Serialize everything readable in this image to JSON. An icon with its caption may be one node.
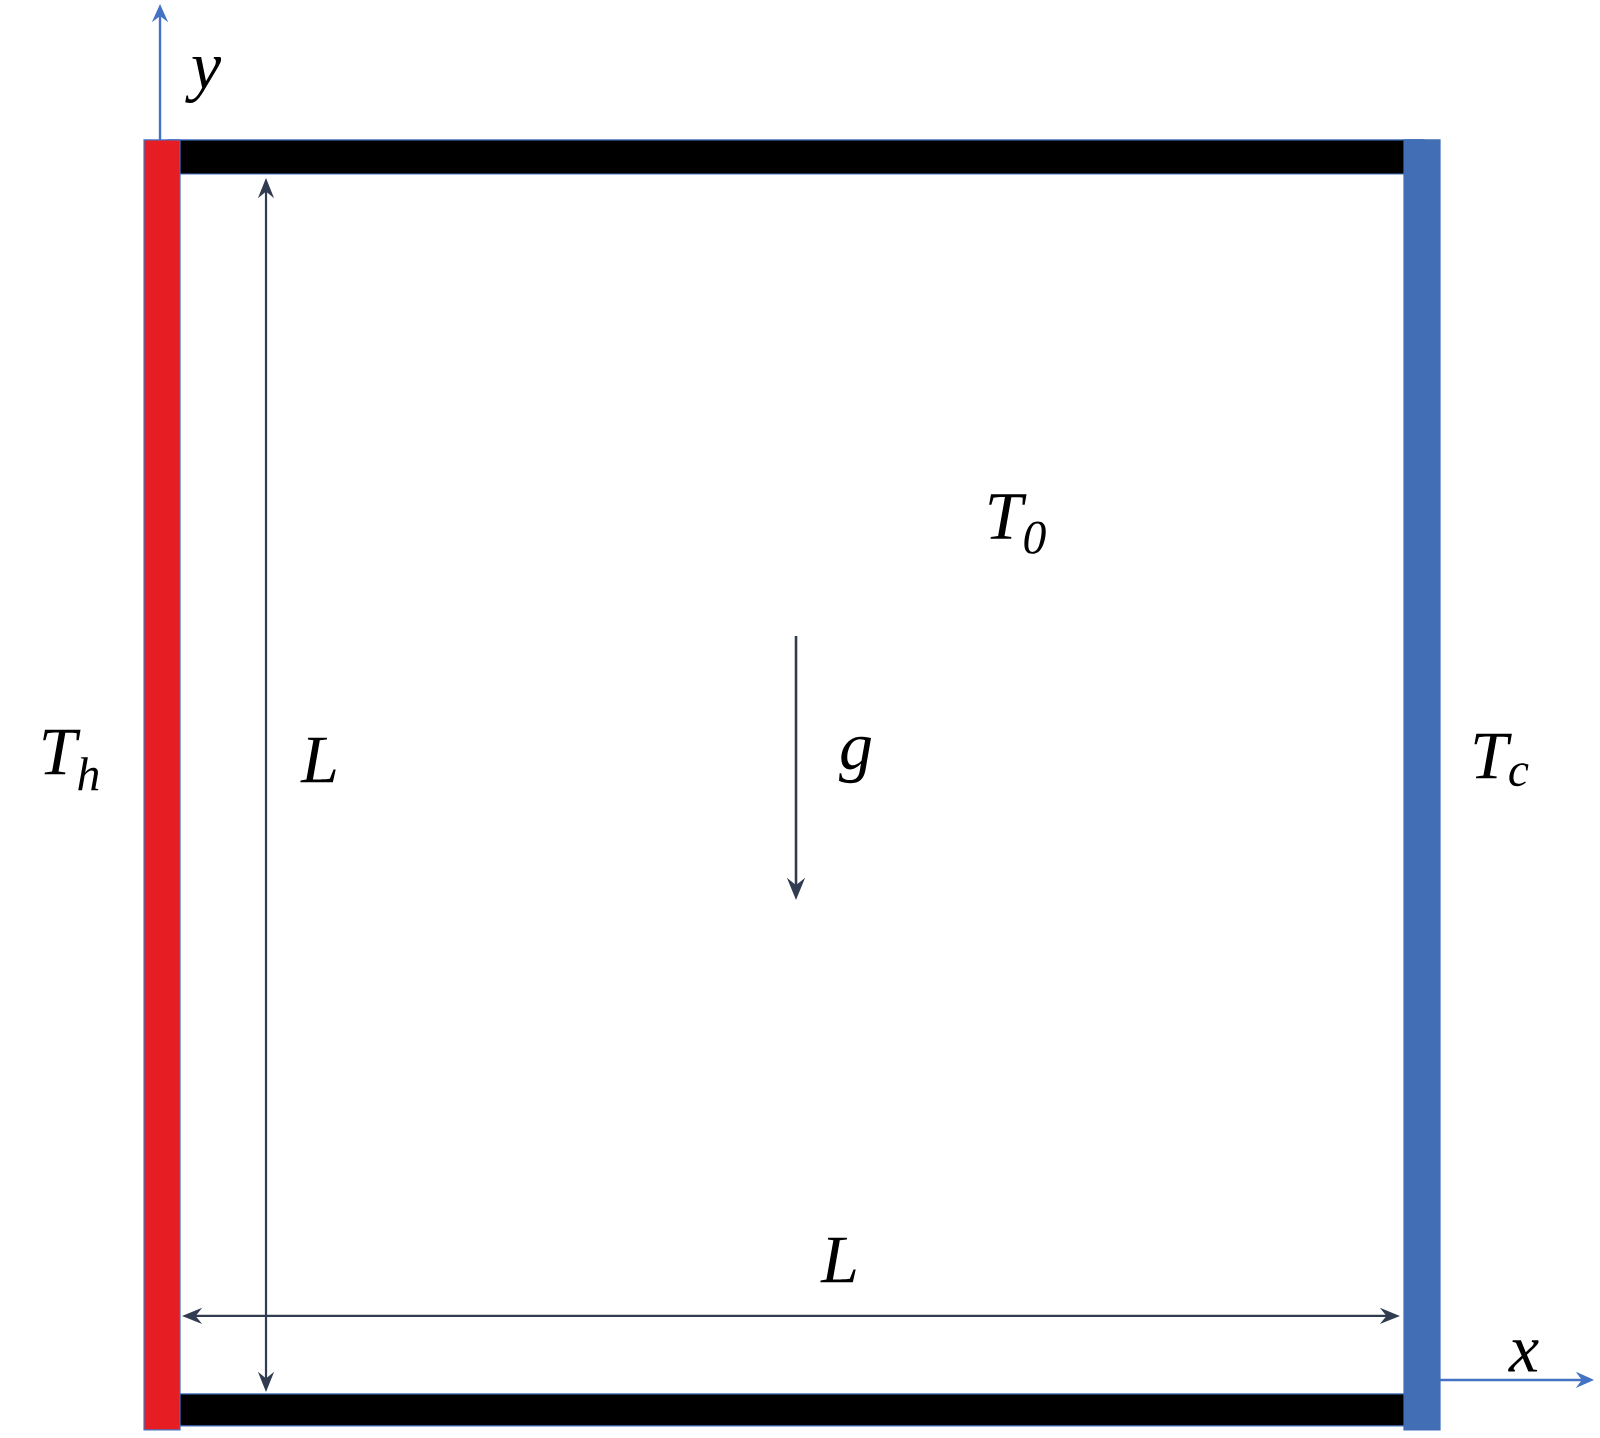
{
  "diagram": {
    "labels": [
      "y",
      "T$_{0}$",
      "T$_{h}$",
      "L",
      "g",
      "T$_{c}$",
      "L",
      "x"
    ]
  }
}
